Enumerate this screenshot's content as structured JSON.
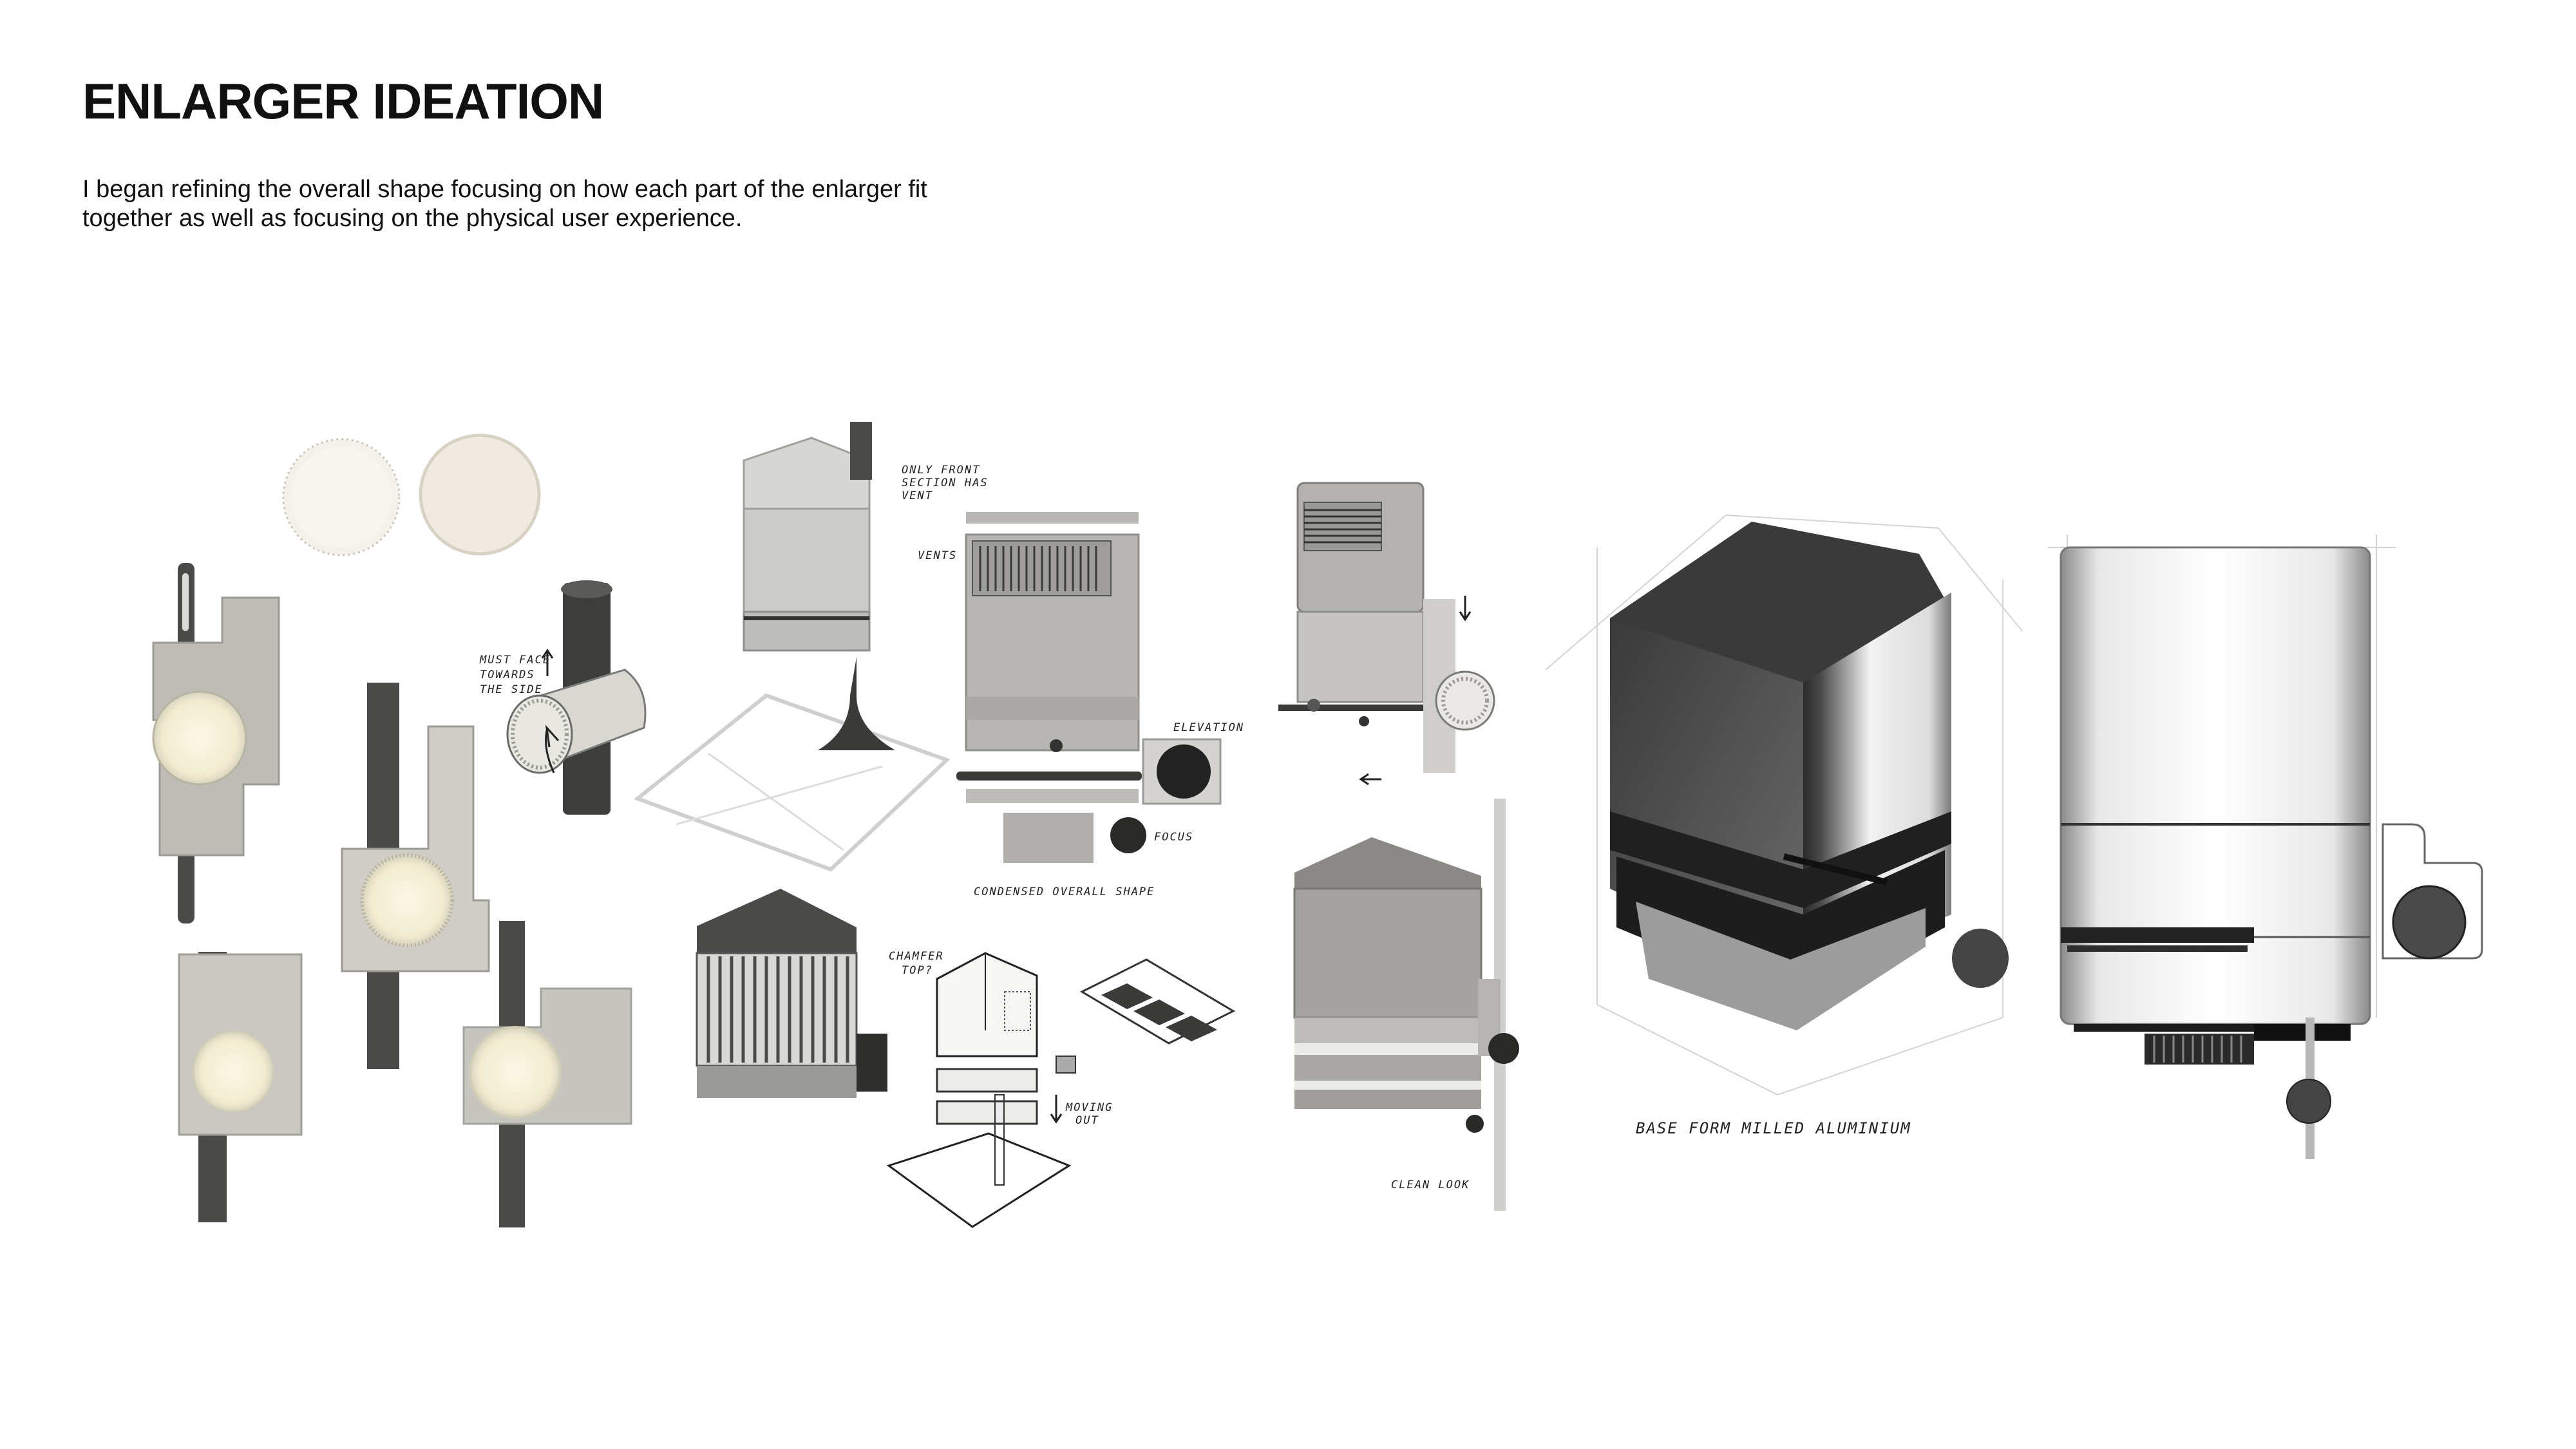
{
  "title": "ENLARGER IDEATION",
  "description": "I began refining the overall shape focusing on how each part of the enlarger fit together as well as focusing on the physical user experience.",
  "annotations": {
    "turning_note_1": "MUST FACE",
    "turning_note_2": "TOWARDS",
    "turning_note_3": "THE SIDE",
    "front_vent_1": "ONLY FRONT",
    "front_vent_2": "SECTION HAS",
    "front_vent_3": "VENT",
    "vents": "VENTS",
    "elevation": "ELEVATION",
    "focus": "FOCUS",
    "condensed_shape": "CONDENSED OVERALL SHAPE",
    "chamfer_1": "CHAMFER",
    "chamfer_2": "TOP?",
    "moving_out_1": "MOVING",
    "moving_out_2": "OUT",
    "clean_look": "CLEAN LOOK",
    "base_form": "BASE FORM MILLED ALUMINIUM"
  }
}
